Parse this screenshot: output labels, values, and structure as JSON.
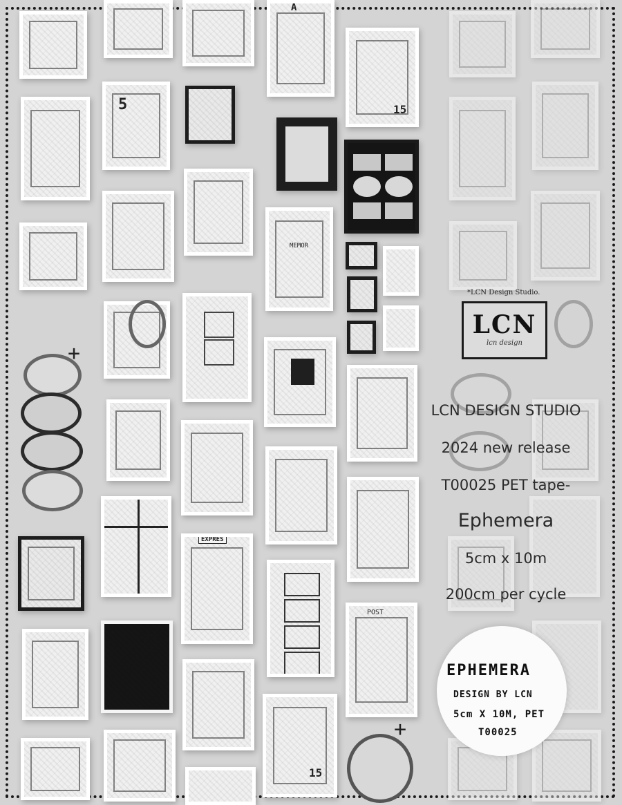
{
  "logo": {
    "studio_caption": "*LCN Design Studio.",
    "wordmark": "LCN",
    "signature": "lcn design"
  },
  "info": {
    "studio": "LCN DESIGN STUDIO",
    "release": "2024 new release",
    "product": "T00025 PET tape-",
    "name": "Ephemera",
    "size": "5cm x 10m",
    "cycle": "200cm per cycle"
  },
  "stamp": {
    "title": "EPHEMERA",
    "design": "DESIGN BY LCN",
    "spec": "5cm X 10M, PET",
    "code": "T00025"
  },
  "decor": {
    "num_15": "15",
    "num_5": "5",
    "expres": "EXPRES",
    "memor": "MEMOR",
    "post": "POST",
    "letter_a": "A"
  },
  "colors": {
    "background": "#d4d4d4",
    "ink": "#1a1a1a"
  }
}
